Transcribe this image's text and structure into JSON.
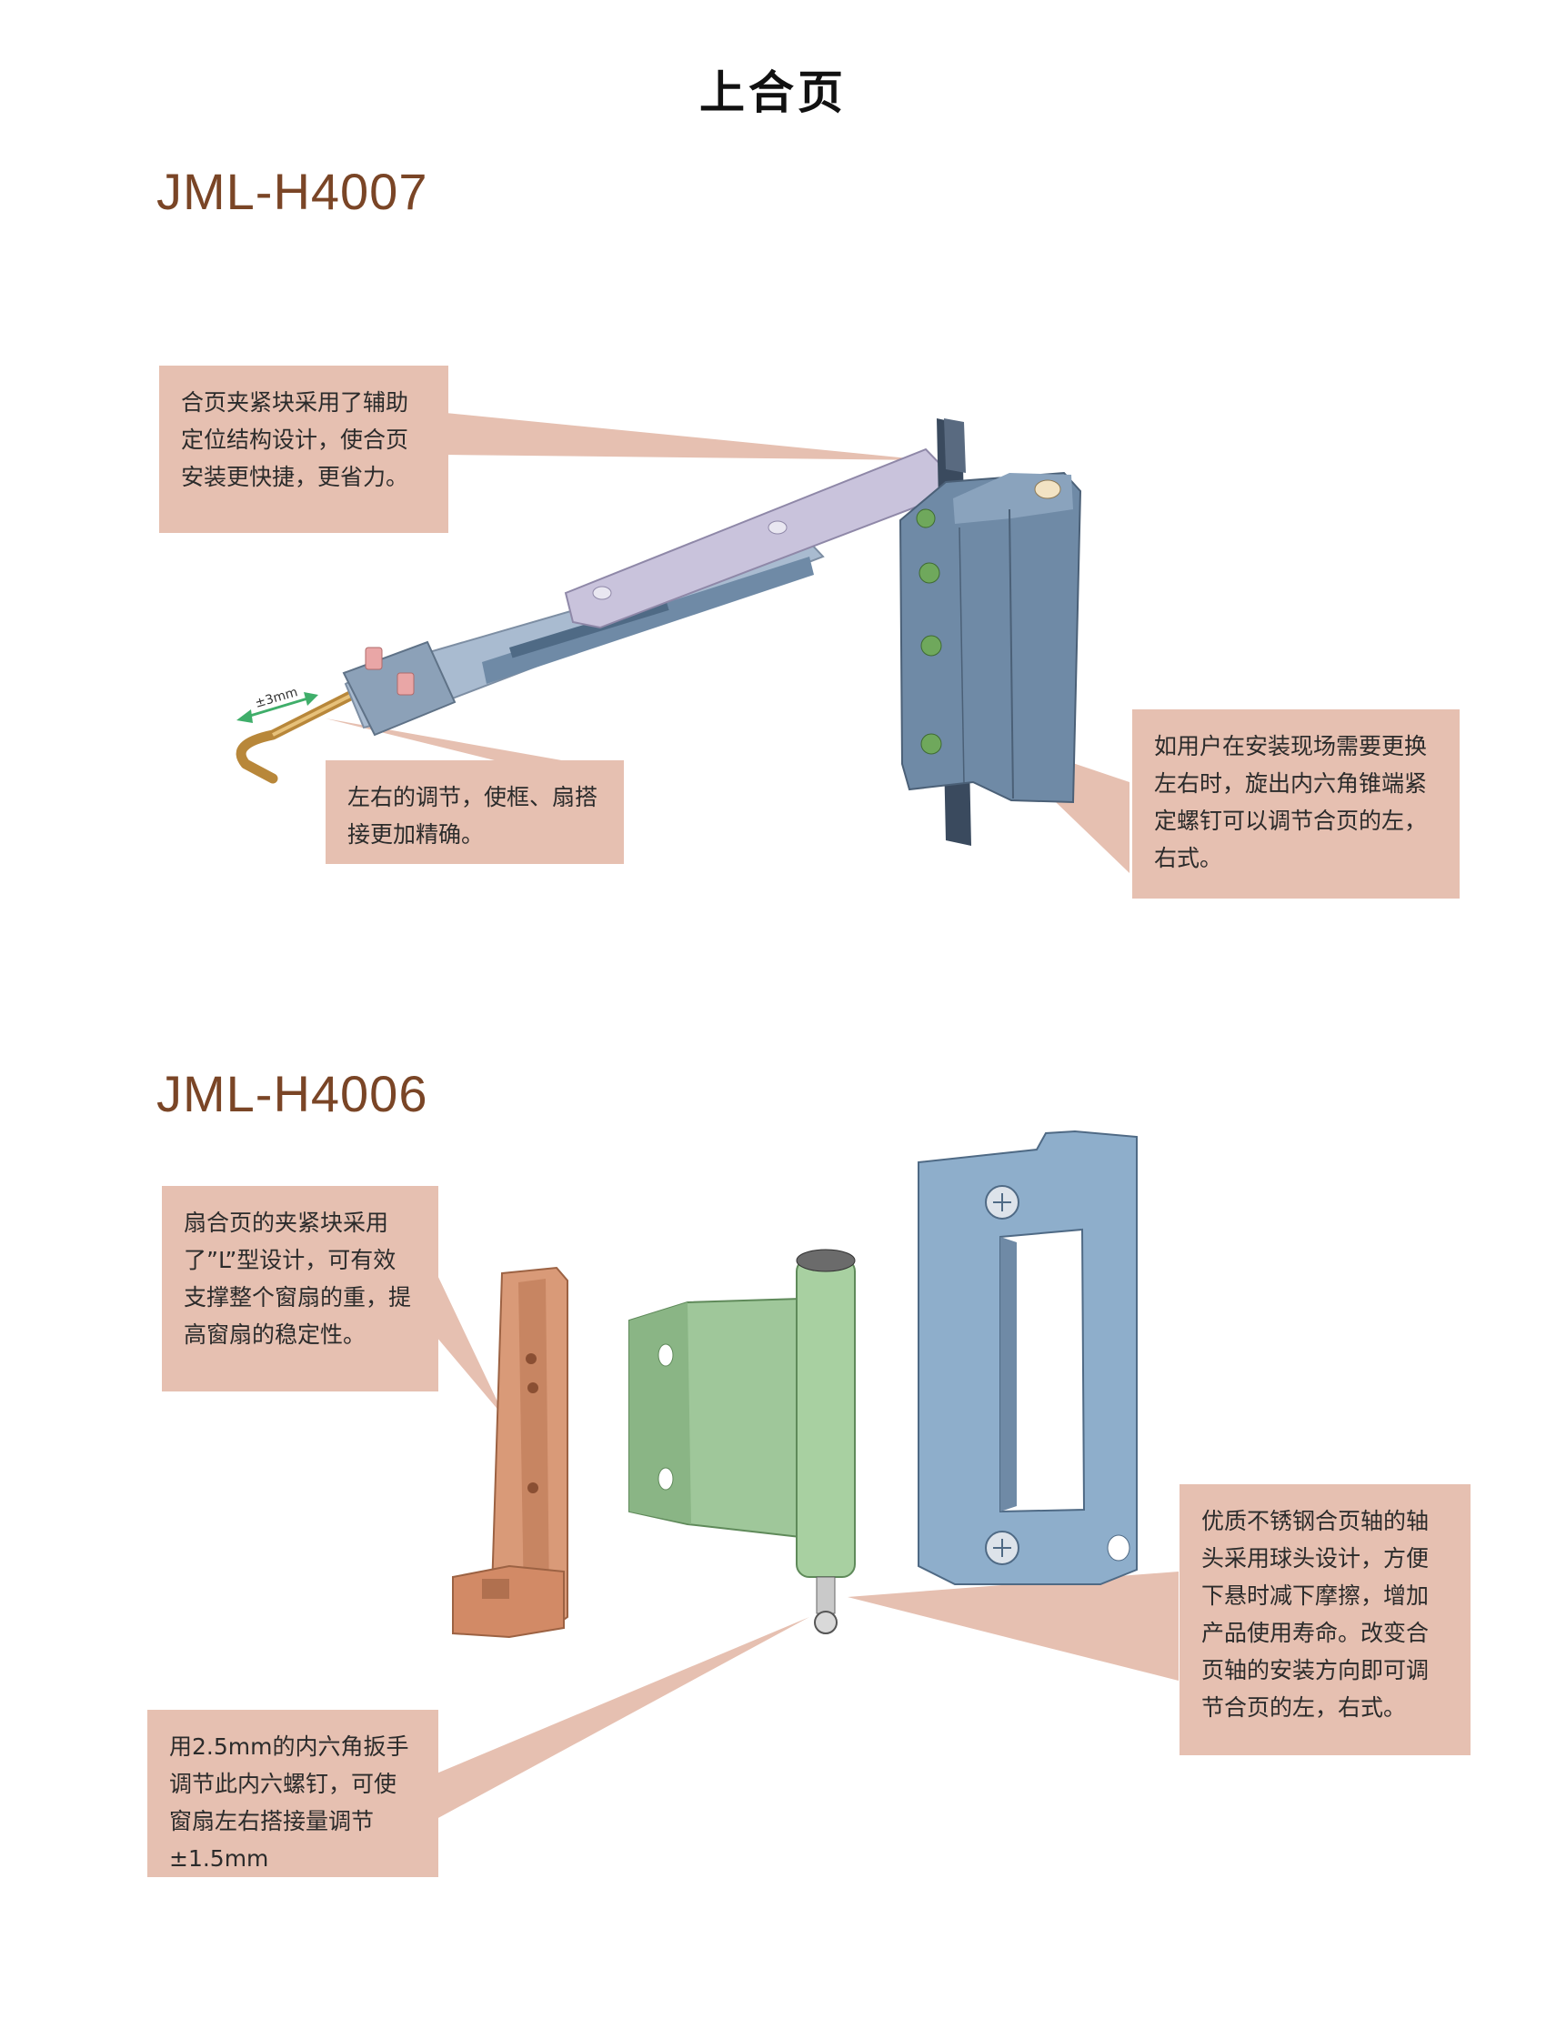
{
  "page": {
    "title": "上合页"
  },
  "products": [
    {
      "model": "JML-H4007",
      "dimension_label": "±3mm",
      "callouts": [
        {
          "text": "合页夹紧块采用了辅助定位结构设计，使合页安装更快捷，更省力。"
        },
        {
          "text": "左右的调节，使框、扇搭接更加精确。"
        },
        {
          "text": "如用户在安装现场需要更换左右时，旋出内六角锥端紧定螺钉可以调节合页的左，右式。"
        }
      ]
    },
    {
      "model": "JML-H4006",
      "callouts": [
        {
          "text": "扇合页的夹紧块采用了”L”型设计，可有效支撑整个窗扇的重，提高窗扇的稳定性。"
        },
        {
          "text": "用2.5mm的内六角扳手调节此内六螺钉，可使窗扇左右搭接量调节±1.5mm"
        },
        {
          "text": "优质不锈钢合页轴的轴头采用球头设计，方便下悬时减下摩擦，增加产品使用寿命。改变合页轴的安装方向即可调节合页的左，右式。"
        }
      ]
    }
  ],
  "colors": {
    "callout_bg": "#e6c0b1",
    "model_text": "#7a4526",
    "hinge_blue": "#6f8aa6",
    "arm_lavender": "#c9c3dc",
    "leaf_green": "#9fc79a",
    "clamp_copper": "#d99a78",
    "frame_light_blue": "#8eaecb"
  }
}
